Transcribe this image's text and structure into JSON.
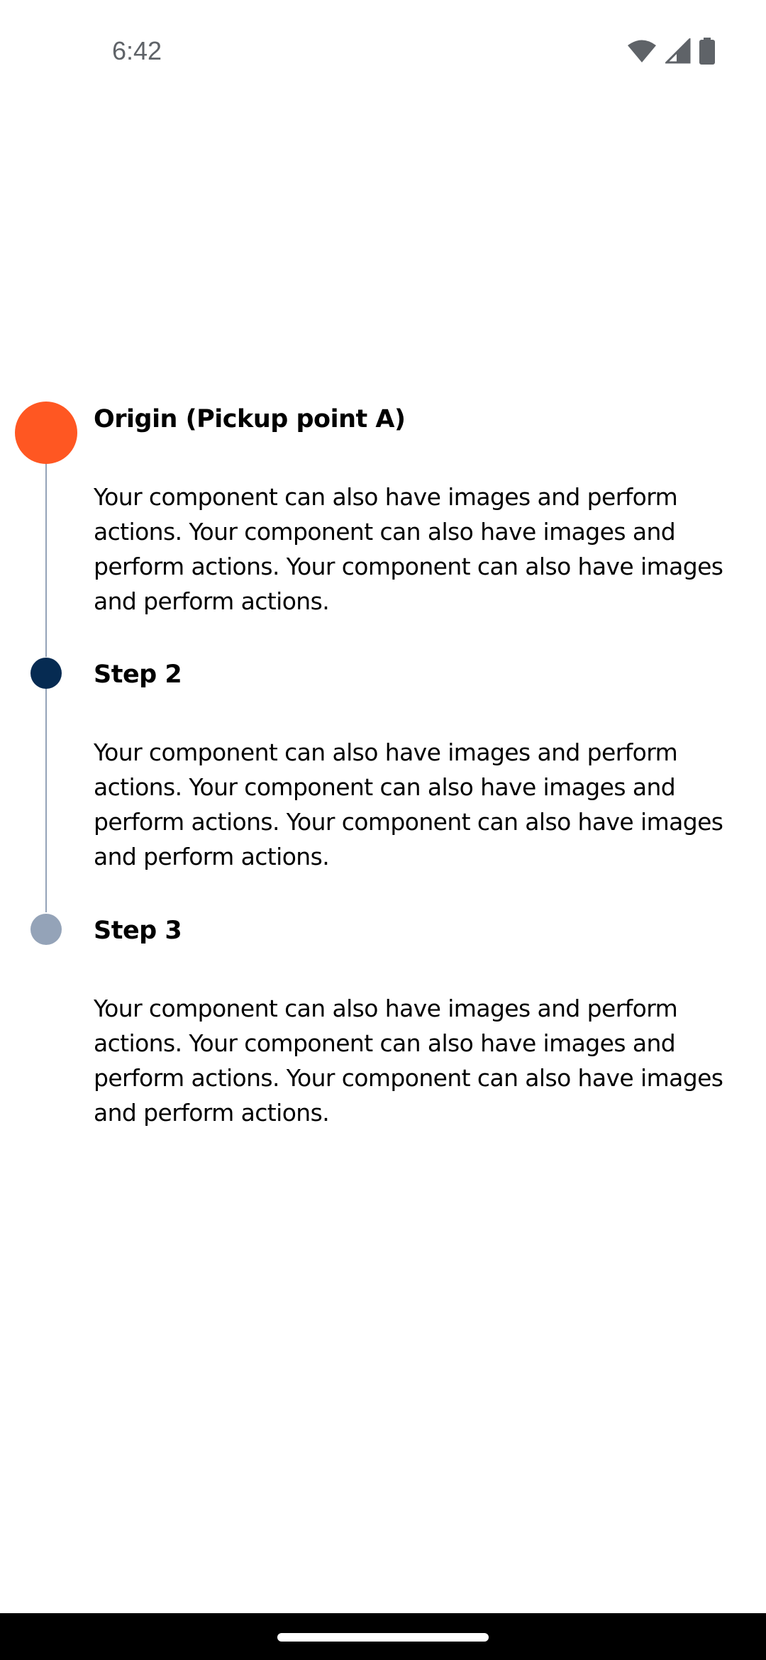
{
  "status_bar": {
    "time": "6:42",
    "icons": [
      "wifi-icon",
      "cellular-signal-icon",
      "battery-icon"
    ]
  },
  "timeline": {
    "steps": [
      {
        "title": "Origin (Pickup point A)",
        "body": "Your component can also have images and perform actions. Your component can also have images and perform actions. Your component can also have images and perform actions.",
        "marker_color": "#ff5722",
        "state": "active"
      },
      {
        "title": "Step 2",
        "body": "Your component can also have images and perform actions. Your component can also have images and perform actions. Your component can also have images and perform actions.",
        "marker_color": "#062b52",
        "state": "default"
      },
      {
        "title": "Step 3",
        "body": "Your component can also have images and perform actions. Your component can also have images and perform actions. Your component can also have images and perform actions.",
        "marker_color": "#94a3b8",
        "state": "disabled"
      }
    ],
    "connector_color": "#94a3b8"
  },
  "navigation_bar": {
    "handle": "gesture-handle"
  }
}
